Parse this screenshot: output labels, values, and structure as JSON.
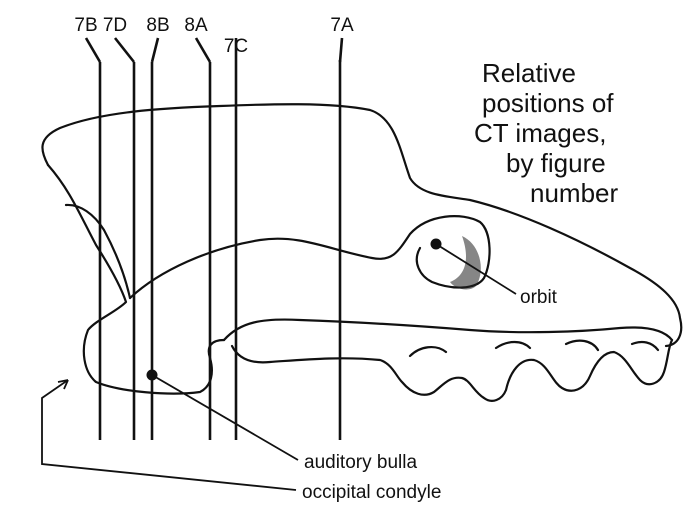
{
  "title_lines": [
    "Relative",
    "positions of",
    "CT images,",
    "by figure",
    "number"
  ],
  "slices": [
    {
      "id": "7B",
      "label": "7B"
    },
    {
      "id": "7D",
      "label": "7D"
    },
    {
      "id": "8B",
      "label": "8B"
    },
    {
      "id": "8A",
      "label": "8A"
    },
    {
      "id": "7C",
      "label": "7C"
    },
    {
      "id": "7A",
      "label": "7A"
    }
  ],
  "annotations": {
    "orbit": "orbit",
    "auditory_bulla": "auditory bulla",
    "occipital_condyle": "occipital condyle"
  }
}
